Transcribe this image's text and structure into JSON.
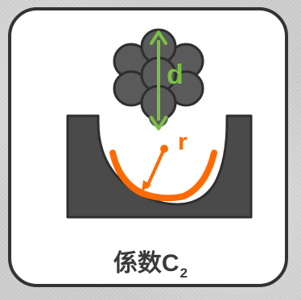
{
  "labels": {
    "diameter": "d",
    "radius": "r"
  },
  "caption": {
    "main": "係数C",
    "subscript": "2"
  },
  "colors": {
    "groove": "#4a4a4a",
    "groove_edge": "#2f2f2f",
    "strand": "#5a5a5a",
    "strand_edge": "#2e2e2e",
    "arrow_green": "#7ac143",
    "orange": "#ff6a00",
    "card_border": "#333333",
    "caption_text": "#3a3a3a"
  }
}
